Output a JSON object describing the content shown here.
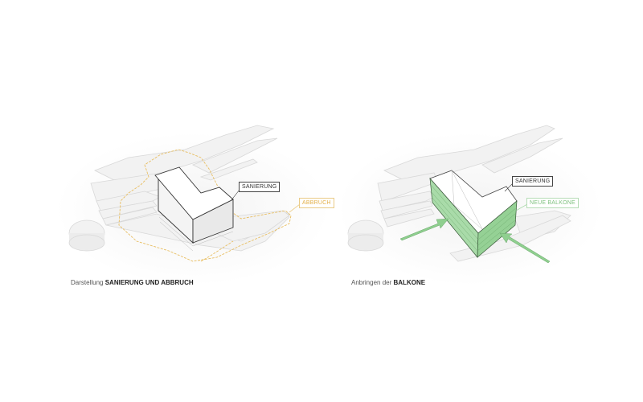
{
  "left_panel": {
    "label_renovation": "SANIERUNG",
    "label_demolition": "ABBRUCH",
    "caption_prefix": "Darstellung",
    "caption_bold": "SANIERUNG UND ABBRUCH"
  },
  "right_panel": {
    "label_renovation": "SANIERUNG",
    "label_balconies": "NEUE BALKONE",
    "caption_prefix": "Anbringen der",
    "caption_bold": "BALKONE"
  },
  "colors": {
    "demolition": "#e3b04a",
    "balconies": "#7fc17f",
    "outline": "#333333"
  }
}
